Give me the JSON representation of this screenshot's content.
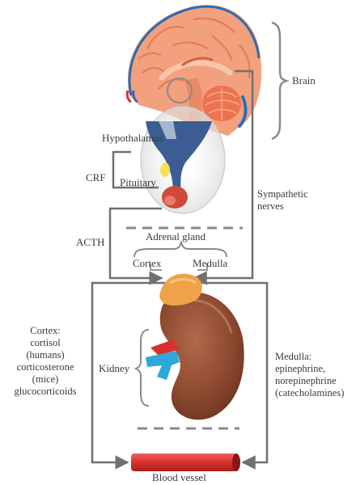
{
  "labels": {
    "brain": "Brain",
    "hypothalamus": "Hypothalamus",
    "crf": "CRF",
    "pituitary": "Pituitary",
    "sympathetic_nerves": [
      "Sympathetic",
      "nerves"
    ],
    "acth": "ACTH",
    "adrenal_gland": "Adrenal gland",
    "cortex": "Cortex",
    "medulla": "Medulla",
    "cortex_hormones": [
      "Cortex:",
      "cortisol",
      "(humans)",
      "corticosterone",
      "(mice)",
      "glucocorticoids"
    ],
    "kidney": "Kidney",
    "medulla_hormones": [
      "Medulla:",
      "epinephrine,",
      "norepinephrine",
      "(catecholamines)"
    ],
    "blood_vessel": "Blood vessel"
  },
  "colors": {
    "brain": "#f2a07d",
    "brain_dark": "#e77a52",
    "cerebellum": "#ec7350",
    "spinal_blue": "#2d6db3",
    "pituitary": "#cf4a3b",
    "kidney": "#8e4a30",
    "adrenal": "#f0a24a",
    "vessel_red": "#d8302c",
    "vessel_blue": "#2ea7d9",
    "line": "#707070"
  }
}
